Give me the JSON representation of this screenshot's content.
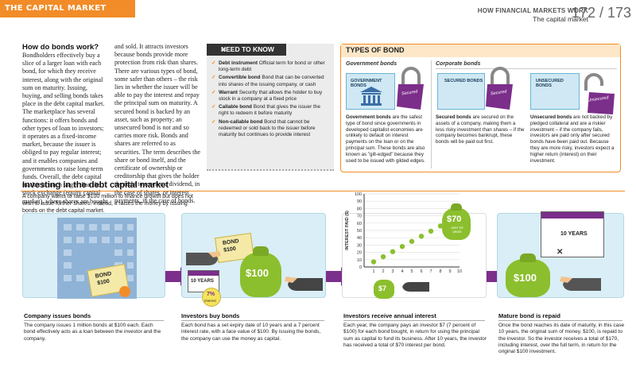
{
  "header": {
    "section_title": "THE CAPITAL MARKET",
    "chapter": "HOW FINANCIAL MARKETS WORK",
    "subtitle": "The capital market",
    "page_numbers": "172 / 173"
  },
  "bonds_article": {
    "heading": "How do bonds work?",
    "col1": "Bondholders effectively buy a slice of a larger loan with each bond, for which they receive interest, along with the original sum on maturity. Issuing, buying, and selling bonds takes place in the debt capital market. The marketplace has several functions: it offers bonds and other types of loan to investors; it operates as a fixed-income market, because the issuer is obliged to pay regular interest; and it enables companies and governments to raise long-term funds. Overall, the debt capital market is much larger than the stock exchange (equity capital market), where shares are bought",
    "col2": "and sold. It attracts investors because bonds provide more protection from risk than shares. There are various types of bond, some safer than others – the risk lies in whether the issuer will be able to pay the interest and repay the principal sum on maturity. A secured bond is backed by an asset, such as property; an unsecured bond is not and so carries more risk. Bonds and shares are referred to as securities. The term describes the share or bond itself, and the certificate of ownership or creditorship that gives the holder the right to receive a dividend, in the case of shares, or interest payments, in the case of bonds."
  },
  "need_to_know": {
    "heading": "NEED TO KNOW",
    "items": [
      {
        "term": "Debt instrument",
        "def": "Official term for bond or other long-term debt"
      },
      {
        "term": "Convertible bond",
        "def": "Bond that can be converted into shares of the issuing company, or cash"
      },
      {
        "term": "Warrant",
        "def": "Security that allows the holder to buy stock in a company at a fixed price"
      },
      {
        "term": "Callable bond",
        "def": "Bond that gives the issuer the right to redeem it before maturity"
      },
      {
        "term": "Non-callable bond",
        "def": "Bond that cannot be redeemed or sold back to the issuer before maturity but continues to provide interest"
      }
    ]
  },
  "types_of_bond": {
    "heading": "TYPES OF BOND",
    "gov_heading": "Government bonds",
    "corp_heading": "Corporate bonds",
    "gov_card": "GOVERNMENT BONDS",
    "secured_card": "SECURED BONDS",
    "unsecured_card": "UNSECURED BONDS",
    "lock_secured": "Secured",
    "lock_unsecured": "Unsecured",
    "gov_text_term": "Government bonds",
    "gov_text": "are the safest type of bond since governments in developed capitalist economies are unlikely to default on interest payments on the loan or on the principal sum. These bonds are also known as \"gilt-edged\" because they used to be issued with gilded edges.",
    "secured_text_term": "Secured bonds",
    "secured_text": "are secured on the assets of a company, making them a less risky investment than shares – if the company becomes bankrupt, these bonds will be paid out first.",
    "unsecured_text_term": "Unsecured bonds",
    "unsecured_text": "are not backed by pledged collateral and are a riskier investment – if the company fails, investors are paid only after secured bonds have been paid out. Because they are more risky, investors expect a higher return (interest) on their investment."
  },
  "debt_market": {
    "title": "Investing in the debt capital market",
    "intro": "A company wants to raise $100 million to finance growth but does not wish to issue further shares. Instead, it raises the money by issuing bonds on the debt capital market.",
    "steps": [
      {
        "title": "Company issues bonds",
        "text": "The company issues 1 million bonds at $100 each. Each bond effectively acts as a loan between the investor and the company."
      },
      {
        "title": "Investors buy bonds",
        "text": "Each bond has a set expiry date of 10 years and a 7 percent interest rate, with a face value of $100. By issuing the bonds, the company can use the money as capital."
      },
      {
        "title": "Investors receive annual interest",
        "text": "Each year, the company pays an investor $7 (7 percent of $100) for each bond bought, in return for using the principal sum as capital to fund its business. After 10 years, the investor has received a total of $70 interest per bond."
      },
      {
        "title": "Mature bond is repaid",
        "text": "Once the bond reaches its date of maturity, in this case 10 years, the original sum of money, $100, is repaid to the investor. So the investor receives a total of $170, including interest, over the full term, in return for the original $100 investment."
      }
    ],
    "bond_tag1": "BOND",
    "bond_tag1_val": "$100",
    "bond_tag2": "BOND",
    "bond_tag2_val": "$100",
    "cal1": "10 YEARS",
    "rate_pct": "7%",
    "rate_word": "interest",
    "bag_100_a": "$100",
    "bag_7": "$7",
    "bag_70": "$70",
    "bag_70_sub": "over 10 years",
    "cal2": "10 YEARS",
    "bag_100_b": "$100"
  },
  "chart_data": {
    "type": "scatter",
    "ylabel": "INTEREST PAID ($)",
    "x": [
      1,
      2,
      3,
      4,
      5,
      6,
      7,
      8,
      9,
      10
    ],
    "y": [
      7,
      14,
      21,
      28,
      35,
      42,
      49,
      56,
      63,
      70
    ],
    "yticks": [
      0,
      10,
      20,
      30,
      40,
      50,
      60,
      70,
      80,
      90,
      100
    ],
    "xticks": [
      1,
      2,
      3,
      4,
      5,
      6,
      7,
      8,
      9,
      10
    ],
    "ylim": [
      0,
      100
    ],
    "xlim": [
      0,
      10
    ],
    "marker_color": "#8bbf2d"
  },
  "colors": {
    "accent": "#f28c28",
    "arrow": "#7b2e8a",
    "panel": "#d9eef6",
    "bag": "#8bbf2d"
  }
}
